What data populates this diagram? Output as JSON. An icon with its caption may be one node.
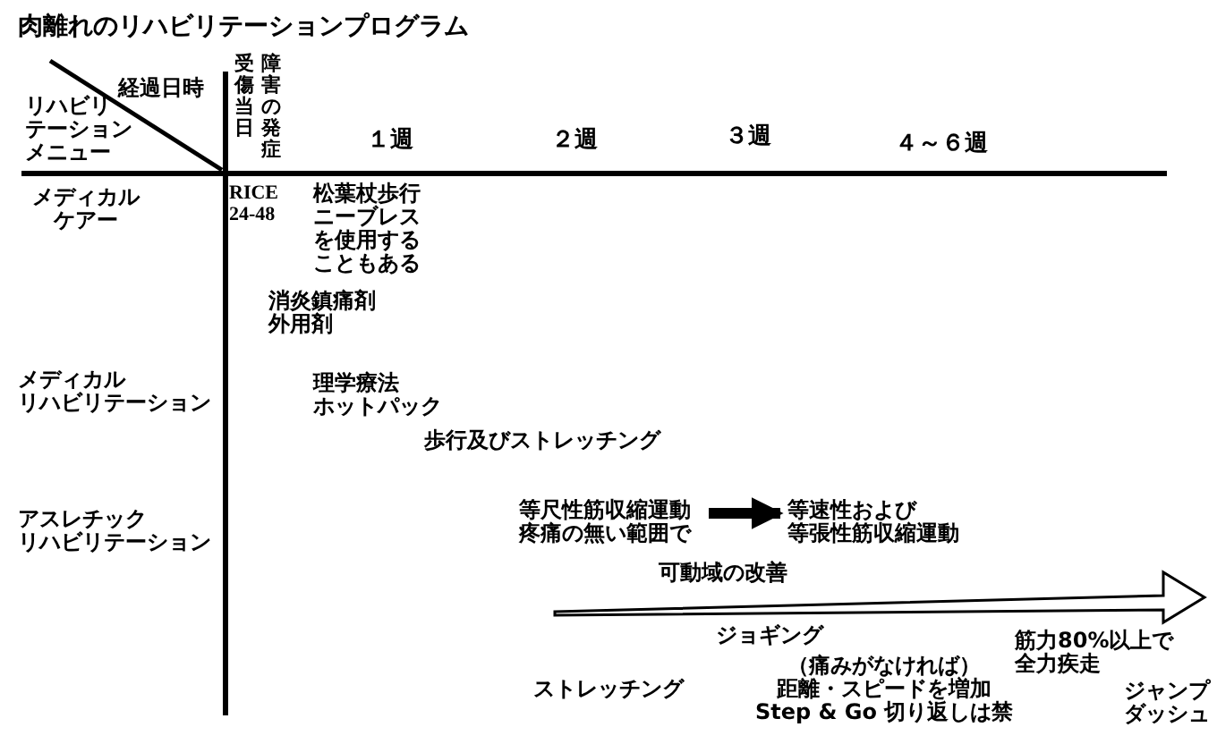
{
  "diagram": {
    "title": "肉離れのリハビリテーションプログラム",
    "nodes": [
      {
        "text": [
          "等尺性筋収縮運動疼痛の無い範囲で"
        ]
      },
      {
        "text": [
          "等速性および等張性筋収縮運動"
        ]
      }
    ],
    "edges": [
      {
        "from": 0,
        "to": 1,
        "arrow": "to"
      }
    ],
    "labels": [
      "経過日時",
      "リハビリテーションメニュー",
      "受傷当日",
      "障害の発症",
      "１週",
      "２週",
      "３週",
      "４～６週",
      "メディカルケアー",
      "RICE 24-48",
      "松葉杖歩行ニーブレスを使用することもある",
      "消炎鎮痛剤外用剤",
      "メディカルリハビリテーション",
      "理学療法ホットパック",
      "歩行及びストレッチング",
      "アスレチックリハビリテーション",
      "可動域の改善",
      "ジョギング",
      "筋力80%以上で全力疾走",
      "ストレッチング",
      "（痛みがなければ）距離・スピードを増加Step & Go 切り返しは禁",
      "ジャンプダッシュ"
    ]
  }
}
